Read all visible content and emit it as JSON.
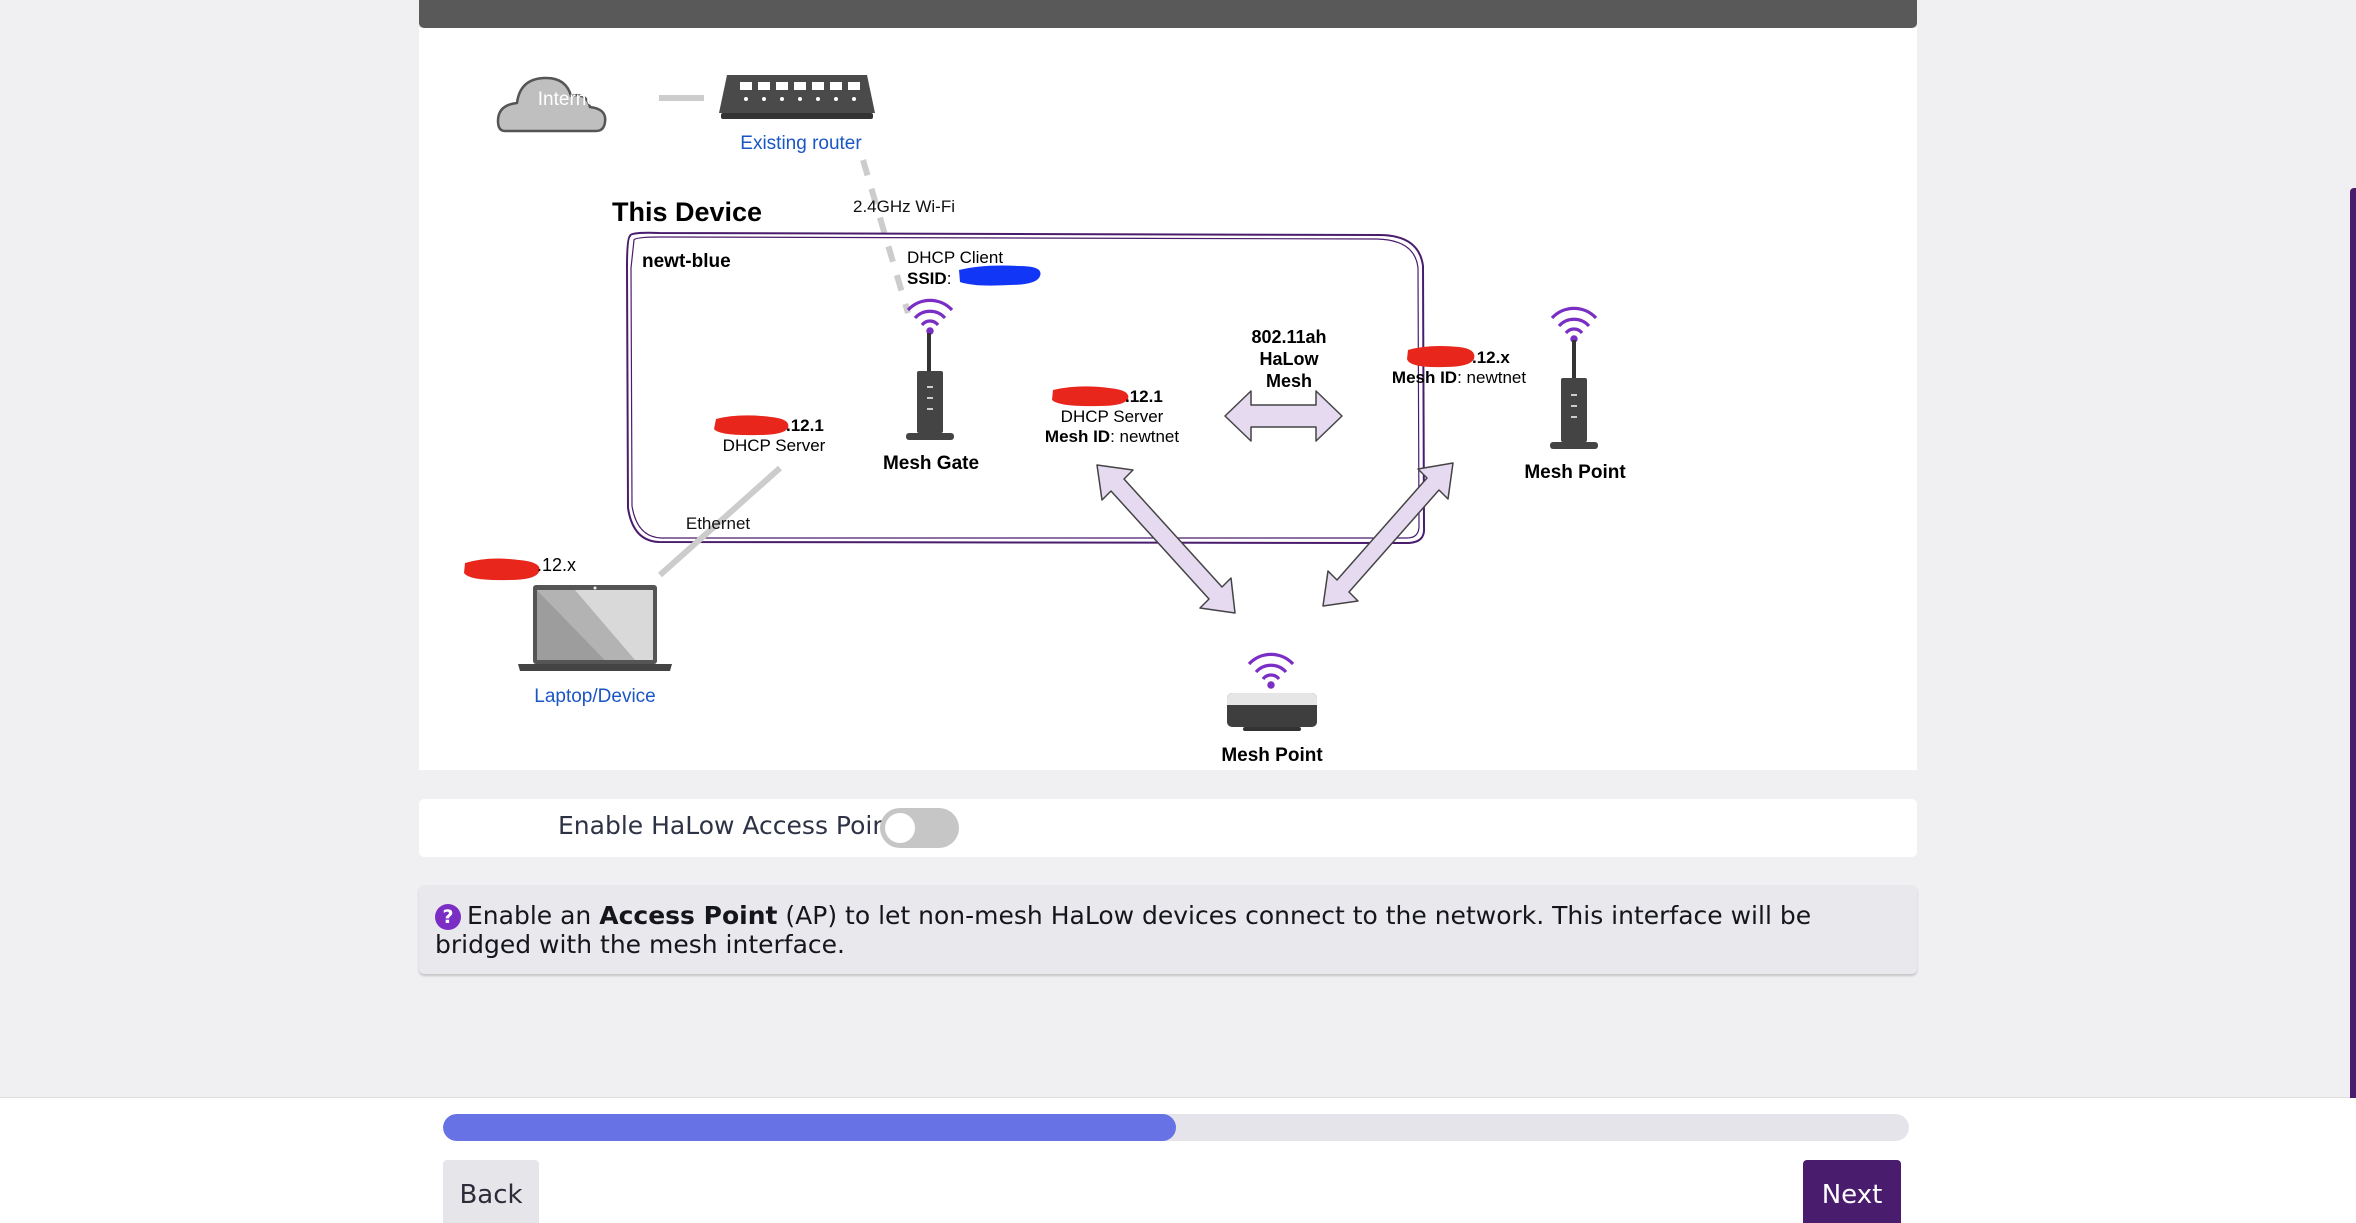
{
  "colors": {
    "accent": "#4a1c6e",
    "progress": "#6772e5",
    "link": "#1a56c4",
    "wifi": "#7b2ec4",
    "arrow_fill": "#e6daf1",
    "redaction_red": "#e8261b",
    "redaction_blue": "#1236f5"
  },
  "diagram": {
    "internet_label": "Internet",
    "existing_router_label": "Existing router",
    "wifi_link_label": "2.4GHz Wi-Fi",
    "this_device_title": "This Device",
    "device_hostname": "newt-blue",
    "dhcp_client_label": "DHCP Client",
    "ssid_key": "SSID",
    "ssid_sep": ":",
    "mesh_gate_label": "Mesh Gate",
    "eth_ip_suffix": ".12.1",
    "eth_dhcp_label": "DHCP Server",
    "mesh_ip_suffix": ".12.1",
    "mesh_dhcp_label": "DHCP Server",
    "mesh_id_key": "Mesh ID",
    "mesh_id_value": ": newtnet",
    "ethernet_label": "Ethernet",
    "laptop_ip_suffix": ".12.x",
    "laptop_label": "Laptop/Device",
    "halow_line1": "802.11ah",
    "halow_line2": "HaLow",
    "halow_line3": "Mesh",
    "point_ip_suffix": ".12.x",
    "point_mesh_id_key": "Mesh ID",
    "point_mesh_id_value": ": newtnet",
    "mesh_point_right_label": "Mesh Point",
    "mesh_point_bottom_label": "Mesh Point"
  },
  "toggle": {
    "label": "Enable HaLow Access Point",
    "enabled": false
  },
  "help": {
    "icon": "?",
    "prefix": "Enable an ",
    "bold": "Access Point",
    "suffix": " (AP) to let non-mesh HaLow devices connect to the network. This interface will be bridged with the mesh interface."
  },
  "footer": {
    "progress": 0.5,
    "back_label": "Back",
    "next_label": "Next"
  }
}
